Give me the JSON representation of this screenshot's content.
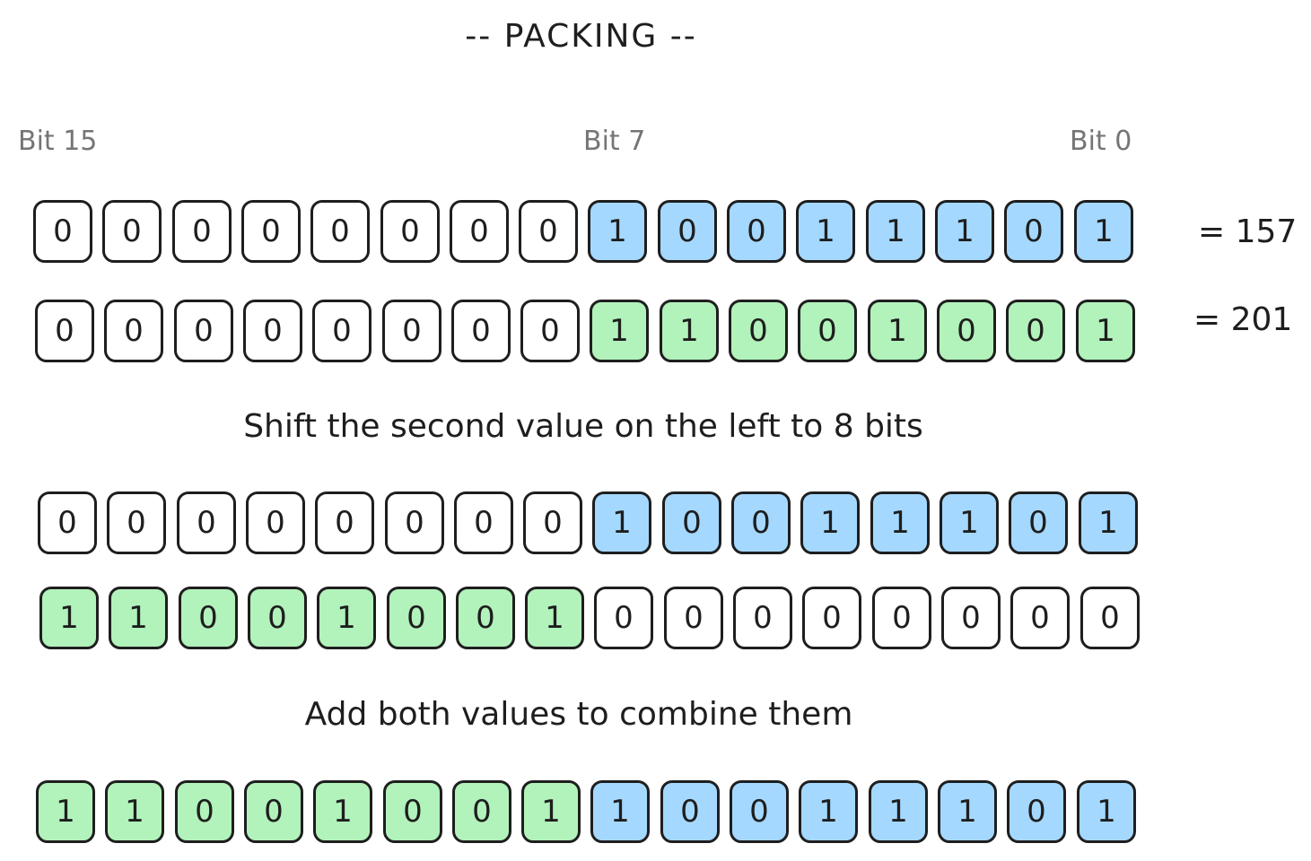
{
  "title": "-- PACKING --",
  "bit_labels": {
    "msb": "Bit 15",
    "mid": "Bit 7",
    "lsb": "Bit 0"
  },
  "colors": {
    "blue": "#a5d8ff",
    "green": "#b2f2bb",
    "white": "#ffffff",
    "stroke": "#1e1e1e",
    "label": "#757575"
  },
  "rows": [
    {
      "bits": [
        "0",
        "0",
        "0",
        "0",
        "0",
        "0",
        "0",
        "0",
        "1",
        "0",
        "0",
        "1",
        "1",
        "1",
        "0",
        "1"
      ],
      "colors": [
        "w",
        "w",
        "w",
        "w",
        "w",
        "w",
        "w",
        "w",
        "b",
        "b",
        "b",
        "b",
        "b",
        "b",
        "b",
        "b"
      ],
      "result": "= 157"
    },
    {
      "bits": [
        "0",
        "0",
        "0",
        "0",
        "0",
        "0",
        "0",
        "0",
        "1",
        "1",
        "0",
        "0",
        "1",
        "0",
        "0",
        "1"
      ],
      "colors": [
        "w",
        "w",
        "w",
        "w",
        "w",
        "w",
        "w",
        "w",
        "g",
        "g",
        "g",
        "g",
        "g",
        "g",
        "g",
        "g"
      ],
      "result": "= 201"
    },
    {
      "bits": [
        "0",
        "0",
        "0",
        "0",
        "0",
        "0",
        "0",
        "0",
        "1",
        "0",
        "0",
        "1",
        "1",
        "1",
        "0",
        "1"
      ],
      "colors": [
        "w",
        "w",
        "w",
        "w",
        "w",
        "w",
        "w",
        "w",
        "b",
        "b",
        "b",
        "b",
        "b",
        "b",
        "b",
        "b"
      ],
      "result": ""
    },
    {
      "bits": [
        "1",
        "1",
        "0",
        "0",
        "1",
        "0",
        "0",
        "1",
        "0",
        "0",
        "0",
        "0",
        "0",
        "0",
        "0",
        "0"
      ],
      "colors": [
        "g",
        "g",
        "g",
        "g",
        "g",
        "g",
        "g",
        "g",
        "w",
        "w",
        "w",
        "w",
        "w",
        "w",
        "w",
        "w"
      ],
      "result": ""
    },
    {
      "bits": [
        "1",
        "1",
        "0",
        "0",
        "1",
        "0",
        "0",
        "1",
        "1",
        "0",
        "0",
        "1",
        "1",
        "1",
        "0",
        "1"
      ],
      "colors": [
        "g",
        "g",
        "g",
        "g",
        "g",
        "g",
        "g",
        "g",
        "b",
        "b",
        "b",
        "b",
        "b",
        "b",
        "b",
        "b"
      ],
      "result": ""
    }
  ],
  "captions": {
    "shift": "Shift the second value on the left to 8 bits",
    "add": "Add both values to combine them"
  }
}
